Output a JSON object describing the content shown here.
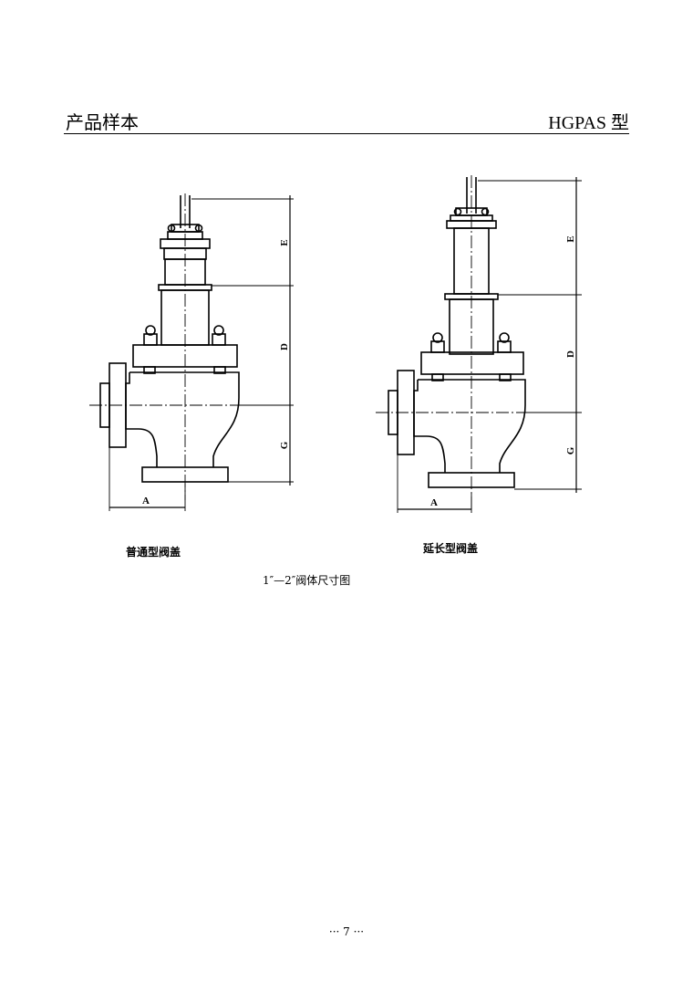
{
  "header": {
    "left_title": "产品样本",
    "right_title": "HGPAS 型"
  },
  "figure": {
    "left_caption": "普通型阀盖",
    "right_caption": "延长型阀盖",
    "title": "1″—2″阀体尺寸图",
    "dimension_labels": {
      "a": "A",
      "d": "D",
      "e": "E",
      "g": "G"
    }
  },
  "footer": {
    "page_number": "··· 7 ···"
  }
}
